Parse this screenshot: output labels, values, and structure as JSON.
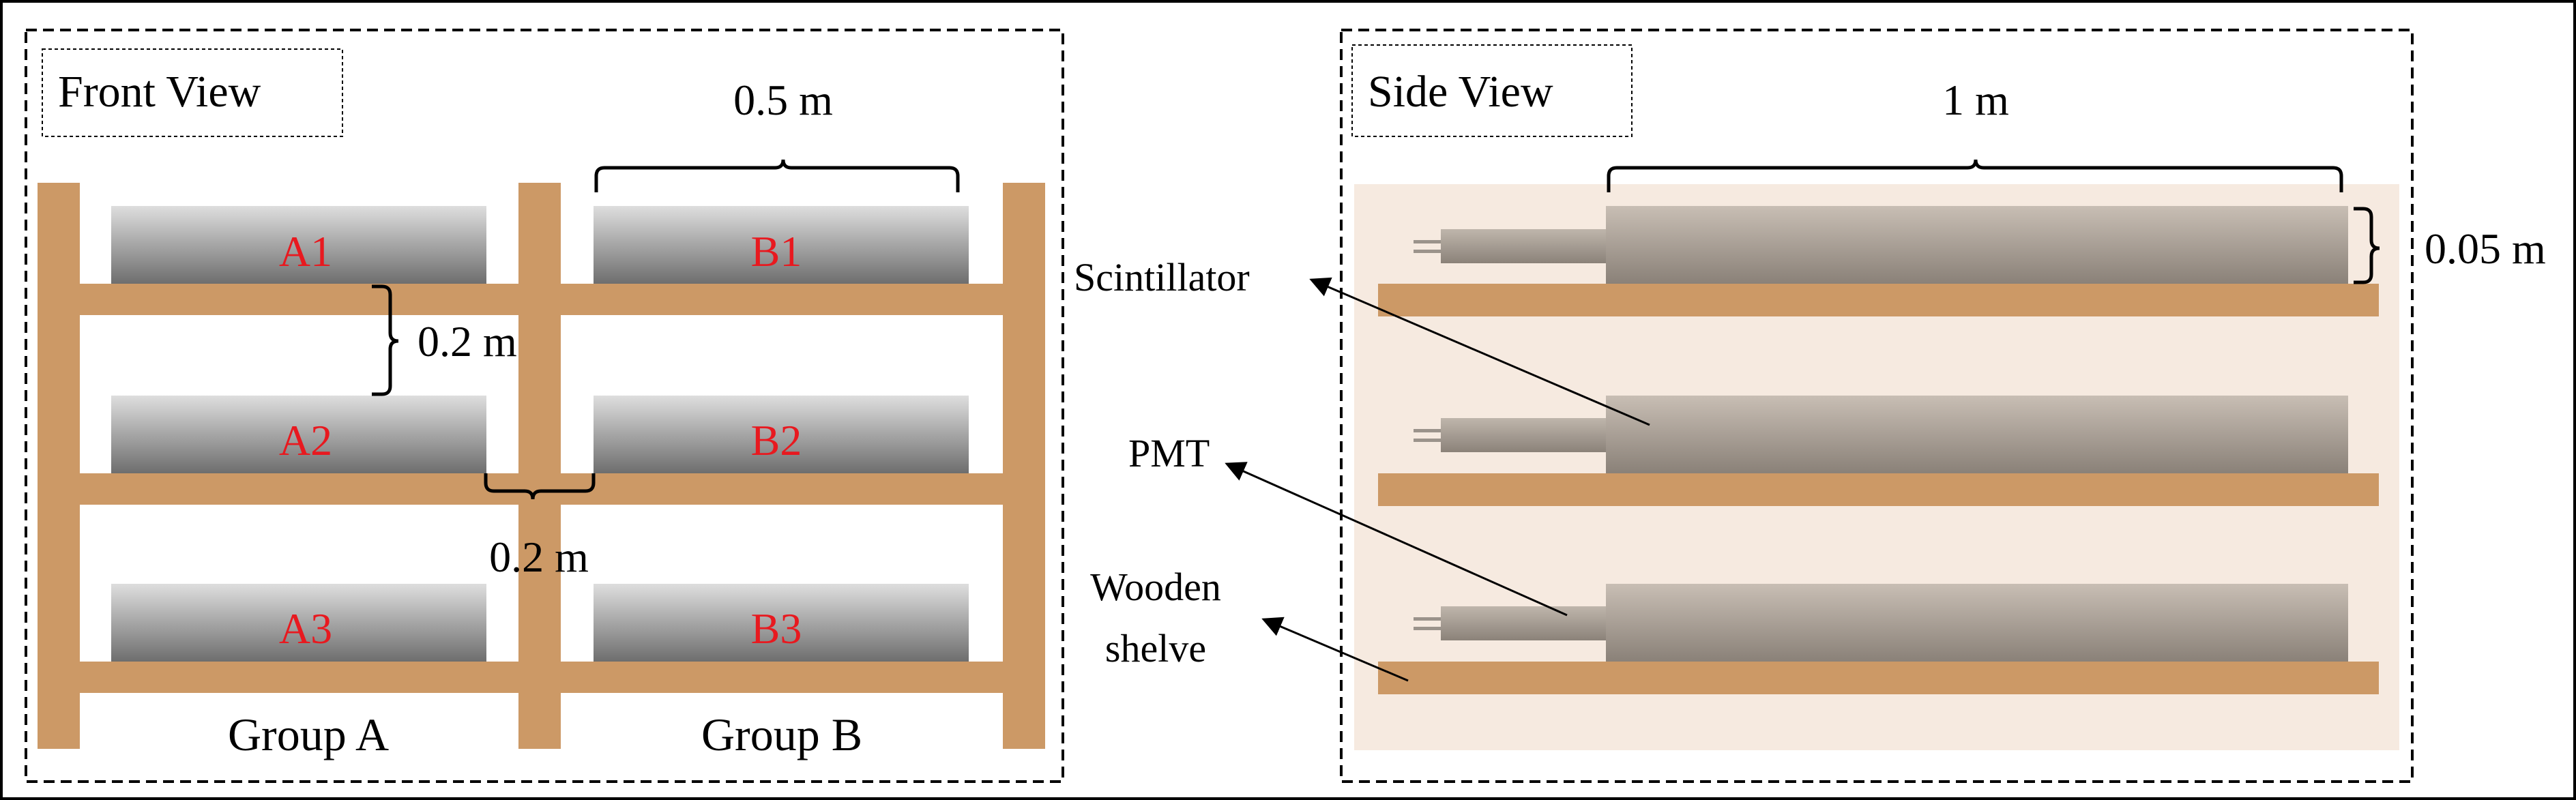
{
  "front_view": {
    "title": "Front View",
    "width_label": "0.5 m",
    "vertical_gap_label": "0.2 m",
    "horizontal_gap_label": "0.2 m",
    "detectors": [
      "A1",
      "B1",
      "A2",
      "B2",
      "A3",
      "B3"
    ],
    "group_a_label": "Group A",
    "group_b_label": "Group B"
  },
  "side_view": {
    "title": "Side View",
    "length_label": "1 m",
    "thickness_label": "0.05 m",
    "callouts": {
      "scintillator": "Scintillator",
      "pmt": "PMT",
      "shelf_line1": "Wooden",
      "shelf_line2": "shelve"
    }
  },
  "colors": {
    "wood": "#cc9966",
    "detector_light": "#dcdcdc",
    "detector_dark": "#707070",
    "side_background": "#f6eae0",
    "label_red": "#e8191f"
  }
}
